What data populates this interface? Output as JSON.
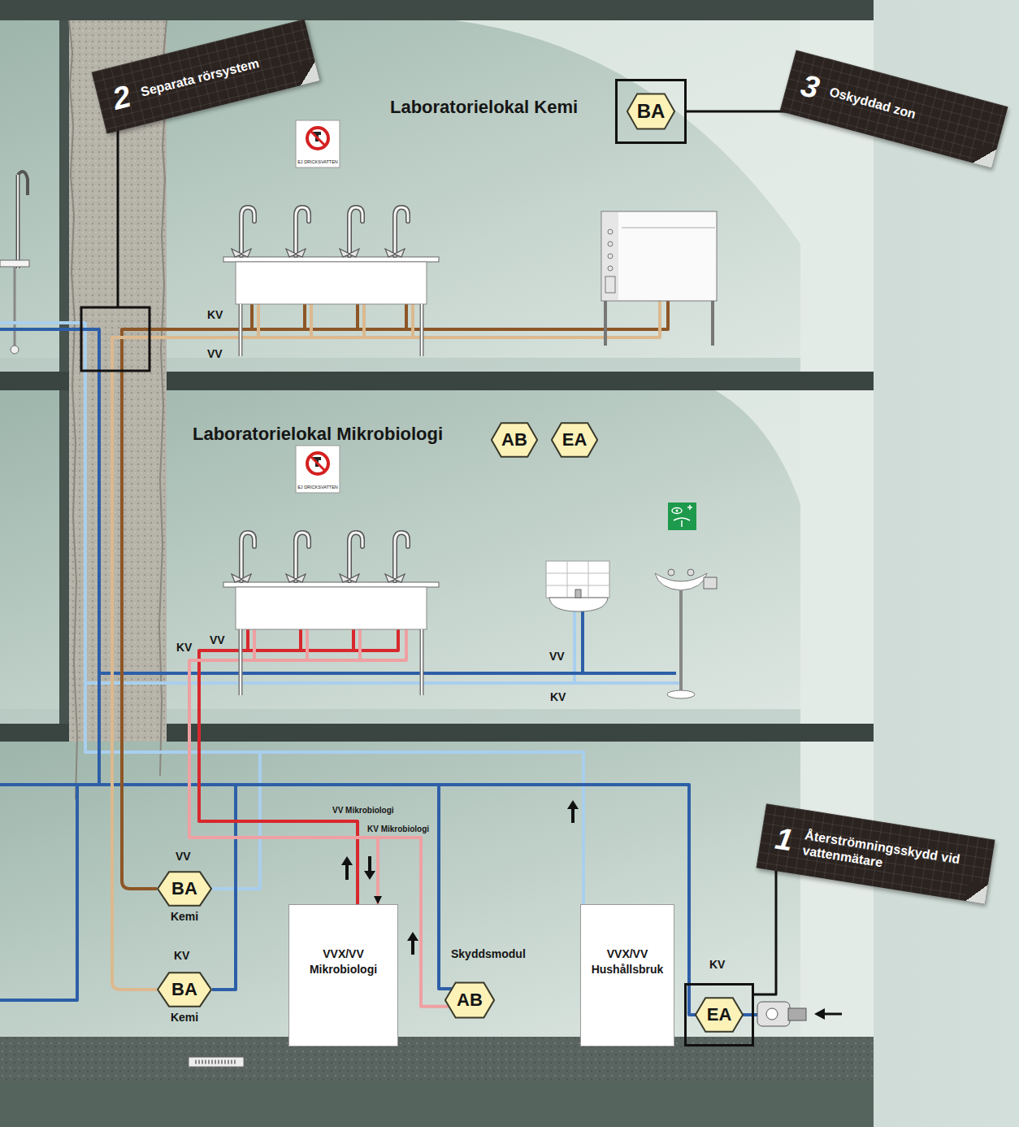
{
  "diagram": {
    "nodes": [
      {
        "text": [
          "2",
          "Separata rörsystem"
        ]
      },
      {
        "text": [
          "3",
          "Oskyddad zon"
        ]
      },
      {
        "text": [
          "BA"
        ]
      },
      {
        "text": [
          "AB"
        ]
      },
      {
        "text": [
          "EA"
        ]
      },
      {
        "text": [
          "1",
          "Återströmningsskydd vid vattenmätare"
        ]
      },
      {
        "text": [
          "BA",
          "Kemi"
        ]
      },
      {
        "text": [
          "BA",
          "Kemi"
        ]
      },
      {
        "text": [
          "VVX/VV Mikrobiologi"
        ]
      },
      {
        "text": [
          "AB"
        ]
      },
      {
        "text": [
          "VVX/VV Hushållsbruk"
        ]
      },
      {
        "text": [
          "EA"
        ]
      }
    ],
    "edges": [
      {
        "from": 1,
        "to": 2,
        "arrow": "none"
      },
      {
        "from": 5,
        "to": 11,
        "arrow": "none"
      },
      {
        "from": 9,
        "to": 8,
        "arrow": "to"
      }
    ],
    "labels": [
      "Laboratorielokal Kemi",
      "EJ DRICKSVATTEN",
      "KV",
      "VV",
      "Laboratorielokal Mikrobiologi",
      "EJ DRICKSVATTEN",
      "KV",
      "VV",
      "VV",
      "KV",
      "VV Mikrobiologi",
      "KV Mikrobiologi",
      "VV",
      "KV",
      "Skyddsmodul",
      "KV"
    ]
  }
}
